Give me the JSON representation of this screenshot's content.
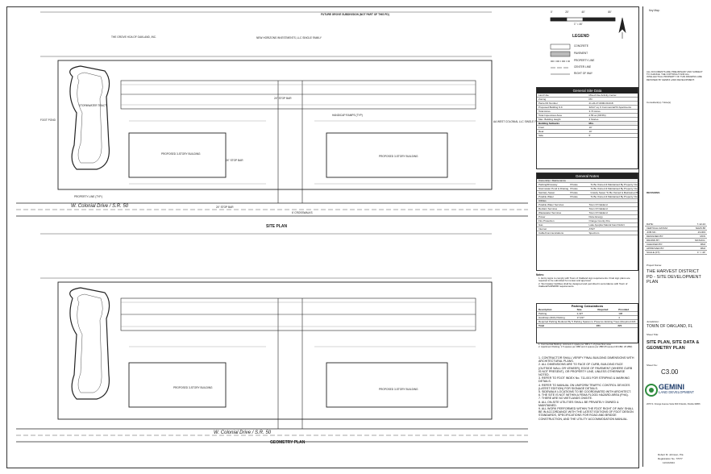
{
  "header": {
    "scale_labels": [
      "0'",
      "20'",
      "40'",
      "80'"
    ],
    "scale_text": "1\" = 40'",
    "key_map": "Key Map:"
  },
  "legend": {
    "title": "LEGEND",
    "items": [
      "CONCRETE",
      "PAVEMENT",
      "PROPERTY LINE",
      "CENTER LINE",
      "RIGHT OF WAY"
    ]
  },
  "plan_labels": {
    "site_plan": "SITE PLAN",
    "geometry_plan": "GEOMETRY PLAN",
    "road_top": "W. Colonial Drive / S.R. 50",
    "road_bottom": "W. Colonial Drive / S.R. 50",
    "building_left_top": "PROPOSED 3-STORY BUILDING",
    "building_right_top": "PROPOSED 3-STORY BUILDING",
    "building_left_bottom": "PROPOSED 3-STORY BUILDING",
    "building_right_bottom": "PROPOSED 3-STORY BUILDING",
    "stormwater": "STORMWATER TRACT",
    "future_grove": "FUTURE GROVE SUBDIVISION (NOT PART OF THIS PD)",
    "grove_owner": "THE GROVE HOA OF OAKLAND, INC.",
    "new_horizons": "NEW HORIZONS INVESTMENTS, LLC SINGLE FAMILY",
    "west_colonial_llc": "AA WEST COLONIAL LLC SINGLE FAMILY",
    "foot_pond": "FOOT POND",
    "property_line": "PROPERTY LINE (TYP.)",
    "stop_bar_1": "24\" STOP BAR",
    "stop_bar_2": "24\" STOP BAR",
    "stop_bar_3": "24\" STOP BAR",
    "handicap_ramps": "HANDICAP RAMPS (TYP)",
    "crosswalks": "6' CROSSWALKS"
  },
  "general_site_data": {
    "title": "General Site Data",
    "rows": [
      [
        "Land Use",
        "Mixed Use Activity Center"
      ],
      [
        "Zoning",
        "PD"
      ],
      [
        "Parcel ID Number",
        "21-22-27-0000-00-018"
      ],
      [
        "Proposed Building S.F.",
        "32117 sq. ft Commercial/72 Apartments"
      ],
      [
        "Total Acres",
        "3.74 Acres"
      ],
      [
        "Total Impervious Area",
        "2.56 ac (68.5%)"
      ],
      [
        "Max. Building Height",
        "3 Stories"
      ]
    ],
    "setbacks_title": "Building Setbacks",
    "setbacks_header": "Min.",
    "setbacks": [
      [
        "Front",
        "10'"
      ],
      [
        "Rear",
        "10'"
      ],
      [
        "Side",
        "5'"
      ]
    ]
  },
  "general_notes": {
    "title": "General Notes",
    "subheader": "Ownership / Maintenance",
    "rows": [
      [
        "Parking/Driveway",
        "Private",
        "To Be Owned & Maintained By Property Owner"
      ],
      [
        "Stormwater Pond & Drainage System",
        "Private",
        "To Be Owned & Maintained By Property Owner"
      ],
      [
        "Sanitary Sewer",
        "Private",
        "Gravity Sewer To Be Owned & Maintained By The Property Owner"
      ],
      [
        "Potable Water",
        "Private",
        "To Be Owned & Maintained By Property Owner Upstream Of Meter"
      ]
    ],
    "utilities_header": "Utilities",
    "utilities": [
      [
        "Potable Water Services",
        "Town Of Oakland"
      ],
      [
        "Reclaim Services",
        "Town Of Oakland"
      ],
      [
        "Wastewater Services",
        "Town Of Oakland"
      ],
      [
        "Power",
        "Duke Energy"
      ],
      [
        "Fire Protection",
        "Orange County Fire"
      ],
      [
        "Gas",
        "Lake Apopka Natural Gas District"
      ],
      [
        "Internet",
        "AT&T"
      ],
      [
        "Cable/Communications",
        "Spectrum"
      ]
    ]
  },
  "side_notes": {
    "title": "Notes:",
    "items": [
      "1. Entry signs to comply with Town of Oakland sign requirements. Final sign plans are required to be submitted for review and approval.",
      "2. Stormwater facilities shall be designed and permitted in accordance with Town of Oakland/SJRWMD requirements."
    ]
  },
  "parking": {
    "title": "Parking Calculations",
    "headers": [
      "Description",
      "Size",
      "Required",
      "Provided"
    ],
    "rows": [
      [
        "Parking",
        "2,427",
        "",
        "198"
      ],
      [
        "Handicap (ADA) Parking",
        "17,437",
        "",
        "4"
      ],
      [
        "Required Parking Reduced By 5 Parking Spaces to Preserve Existing Trees (Required 224 - Provided 198)",
        "",
        "",
        ""
      ]
    ],
    "total_label": "Total",
    "total_required": "221",
    "total_provided": "221",
    "footnotes": [
      "1. Commercial Parking: minimum 1 space per 300 s.f. of gross floor area",
      "2. Apartment Parking: 1.5 spaces per 1BR and 2 spaces per 2BR (Proposed 46 1BR, 26 2BR)"
    ]
  },
  "construction_notes": [
    "1. CONTRACTOR SHALL VERIFY FINAL BUILDING DIMENSIONS WITH ARCHITECTURAL PLANS.",
    "2. ALL DIMENSIONS ARE TO FACE OF CURB, BUILDING FACE (OUTSIDE WALL OR VENEER), EDGE OF PAVEMENT (WHERE CURB IS NOT PRESENT), OR PROPERTY LINE, UNLESS OTHERWISE NOTED.",
    "3. REFER TO FDOT INDEX No. 711-001 FOR STRIPING & MARKING DETAILS.",
    "4. REFER TO MANUAL ON UNIFORM TRAFFIC CONTROL DEVICES (LATEST EDITION) FOR SIGNAGE DETAILS.",
    "5. SIDEWALK LOCATIONS TO BE COORDINATED WITH ARCHITECT.",
    "6. THE SITE IS NOT WITHIN A FEMA FLOOD HAZARD AREA (FHA).",
    "7. THERE ARE NO WETLANDS ONSITE.",
    "8. ALL ON-SITE UTILITIES SHALL BE PRIVATELY OWNED & MAINTAINED.",
    "9. ALL WORK PERFORMED WITHIN THE FDOT RIGHT OF WAY SHALL BE IN ACCORDANCE WITH THE LATEST EDITIONS OF FDOT DESIGN STANDARDS, SPECIFICATIONS FOR ROAD AND BRIDGE CONSTRUCTION, AND THE UTILITY ACCOMMODATION MANUAL."
  ],
  "title_block": {
    "disclaimer": "ALL DOCUMENTS ARE PRELIMINARY AND SUBJECT TO CHANGE. THE COPYRIGHT AND ALL INTELLECTUAL PROPERTY OF THIS DRAWING ARE RETAINED BY GEMINI LAND DEVELOPMENT.",
    "consultants": "Consultant(s) / Note(s)",
    "revisions_title": "REVISIONS",
    "info": [
      [
        "DATE:",
        "7-12-24"
      ],
      [
        "VERTICAL DATUM:",
        "NAVD 88"
      ],
      [
        "JOB NO.:",
        "23-003"
      ],
      [
        "DESIGNED BY:",
        "MCS"
      ],
      [
        "DRAWN BY:",
        "MCS/JCL"
      ],
      [
        "CHECKED BY:",
        "RMJ"
      ],
      [
        "APPROVED BY:",
        "RMJ"
      ],
      [
        "SCALE (FT):",
        "1\" = 40'"
      ]
    ],
    "project_label": "Project Name:",
    "project_name": "THE HARVEST DISTRICT PD - SITE DEVELOPMENT PLAN",
    "jurisdiction_label": "Jurisdiction:",
    "jurisdiction": "TOWN OF OAKLAND, FL",
    "sheet_title_label": "Sheet Title:",
    "sheet_title": "SITE PLAN, SITE DATA & GEOMETRY PLAN",
    "sheet_no_label": "Sheet No.:",
    "sheet_no": "C3.00",
    "company_name": "GEMINI",
    "company_sub": "LAND DEVELOPMENT",
    "address": "2070 S. Orange Avenue Suite 600 Orlando, Florida 32806",
    "engineer": "Robert M. Johnson, P.E.",
    "registration": "Registration No. 77077",
    "seal_date": "11/13/2024"
  },
  "colors": {
    "line": "#222222",
    "light": "#999999",
    "pond": "#444444",
    "accent_green": "#2e8b3e"
  }
}
